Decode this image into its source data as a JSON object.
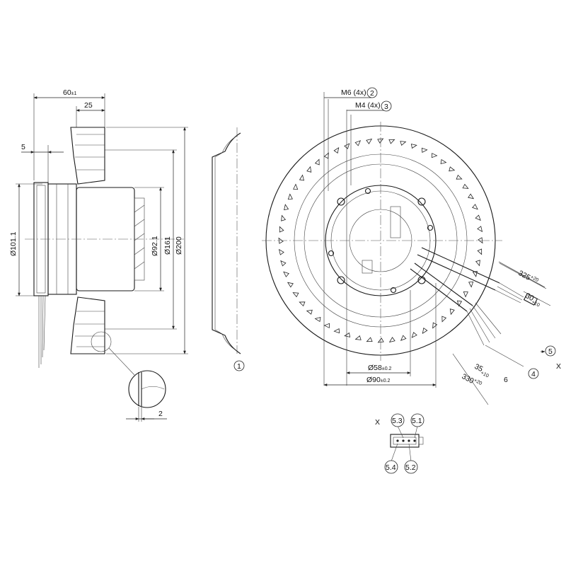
{
  "side_view": {
    "dim_overall_depth": "60",
    "dim_overall_depth_tol": "±1",
    "dim_hub_depth": "25",
    "dim_flange": "5",
    "dim_d101": "Ø101.1",
    "dim_d92": "Ø92.1",
    "dim_d161": "Ø161",
    "dim_d200": "Ø200",
    "dim_detail": "2"
  },
  "nozzle_view": {
    "callout_1": "1"
  },
  "front_view": {
    "m6_label": "M6 (4x)",
    "m6_callout": "2",
    "m4_label": "M4 (4x)",
    "m4_callout": "3",
    "dim_d58": "Ø58",
    "dim_d58_tol": "±0.2",
    "dim_d90": "Ø90",
    "dim_d90_tol": "±0.2",
    "dim_325": "325",
    "dim_325_tol": "+20",
    "dim_30": "30",
    "dim_30_tol": "+10",
    "dim_35": "35",
    "dim_35_tol": "+10",
    "dim_330": "330",
    "dim_330_tol": "+20",
    "dim_6": "6",
    "callout_4": "4",
    "callout_5": "5",
    "view_x": "X"
  },
  "connector_view": {
    "view_x": "X",
    "pin_53": "5.3",
    "pin_51": "5.1",
    "pin_54": "5.4",
    "pin_52": "5.2"
  }
}
